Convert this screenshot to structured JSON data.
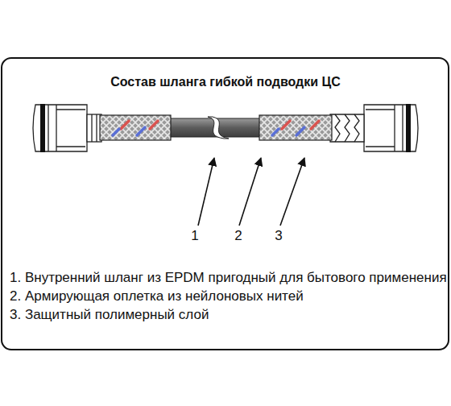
{
  "diagram": {
    "title": "Состав шланга гибкой подводки ЦС",
    "labels": [
      "1",
      "2",
      "3",
      "1. Внутренний шланг из EPDM пригодный для бытового применения",
      "2. Армирующая оплетка из нейлоновых нитей",
      "3. Защитный полимерный слой"
    ]
  }
}
